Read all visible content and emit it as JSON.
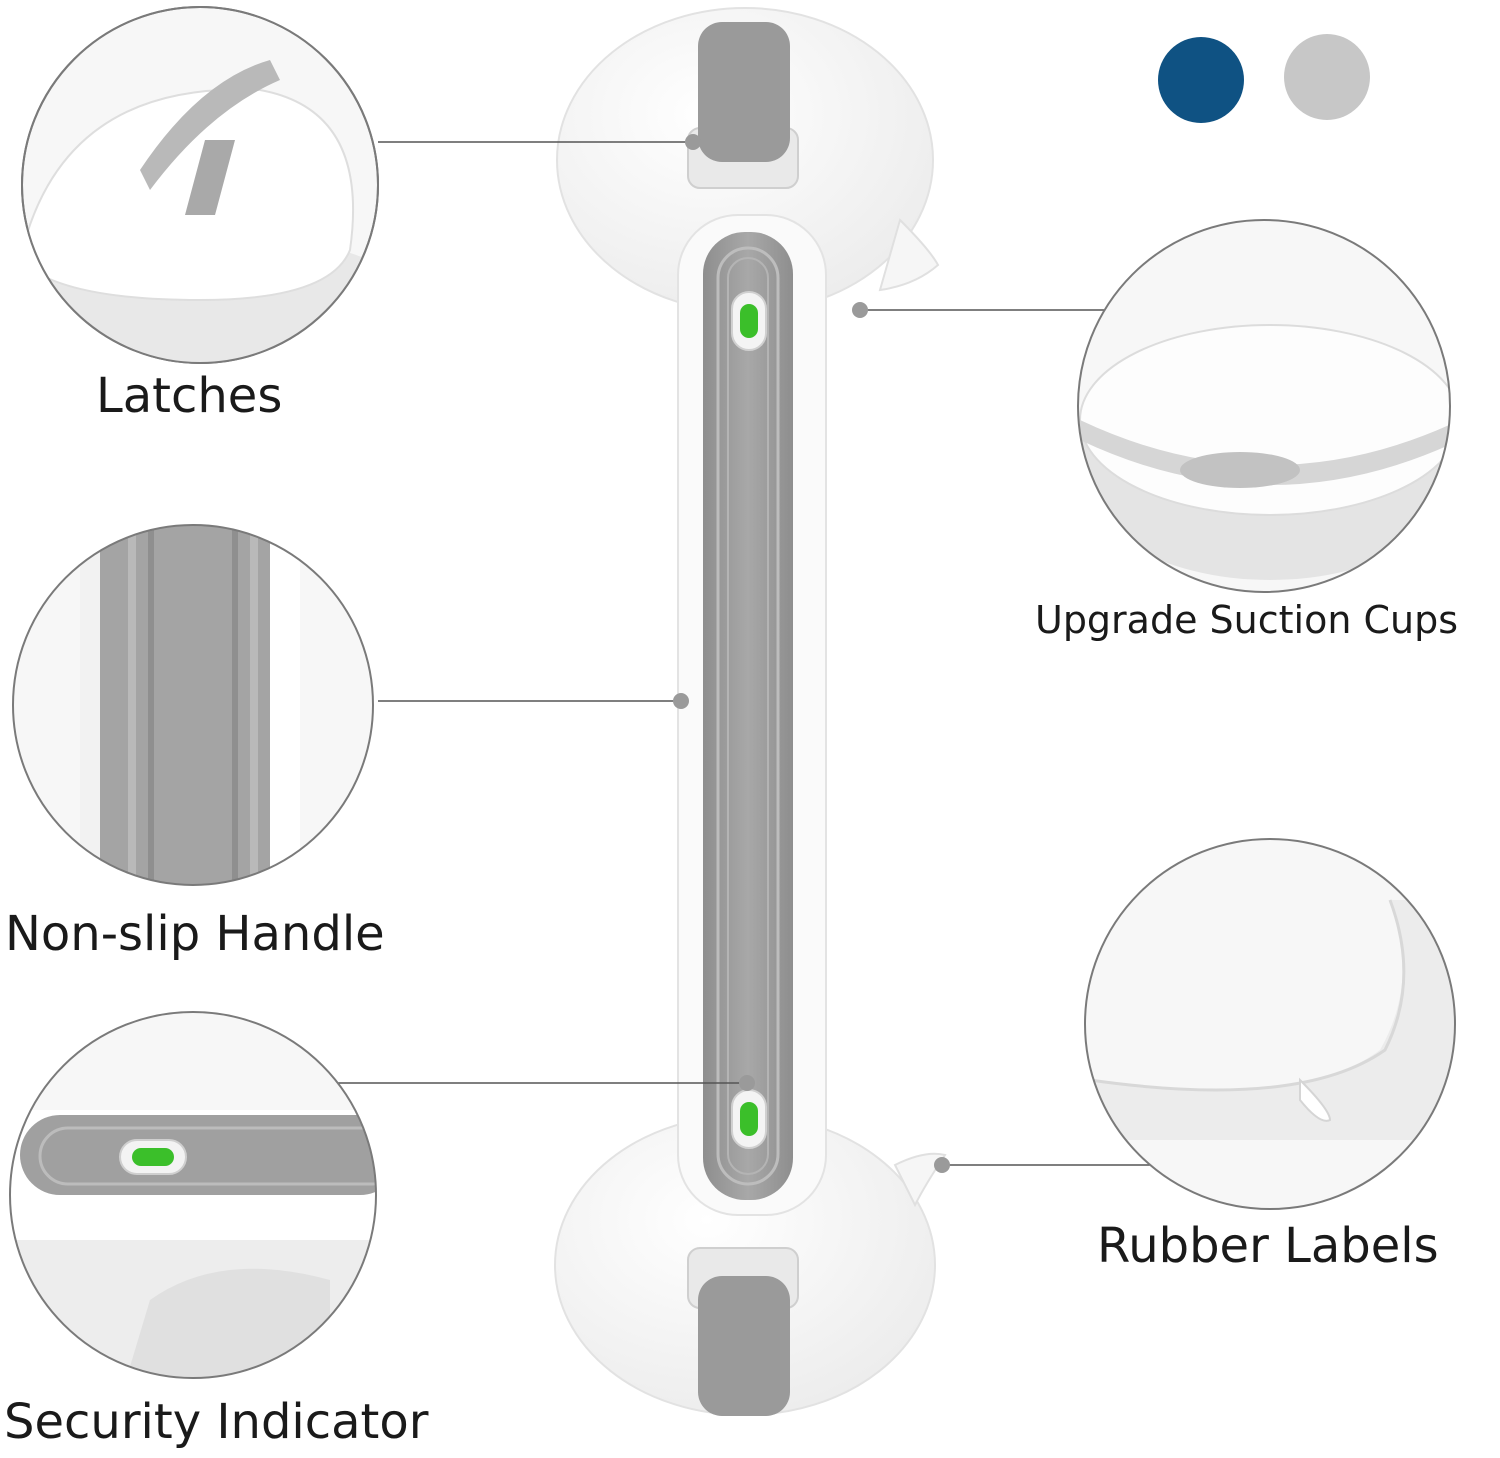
{
  "features": [
    {
      "id": "latches",
      "label": "Latches"
    },
    {
      "id": "non_slip_handle",
      "label": "Non-slip Handle"
    },
    {
      "id": "security_indicator",
      "label": "Security Indicator"
    },
    {
      "id": "suction_cups",
      "label": "Upgrade Suction Cups"
    },
    {
      "id": "rubber_labels",
      "label": "Rubber Labels"
    }
  ],
  "color_options": [
    {
      "name": "blue",
      "hex": "#0f5283"
    },
    {
      "name": "gray",
      "hex": "#c7c7c7"
    }
  ],
  "product_colors": {
    "body": "#ffffff",
    "grip": "#9c9c9c",
    "latch": "#9a9a9a",
    "indicator": "#3bbf2a",
    "outline": "#d9d9d9"
  }
}
